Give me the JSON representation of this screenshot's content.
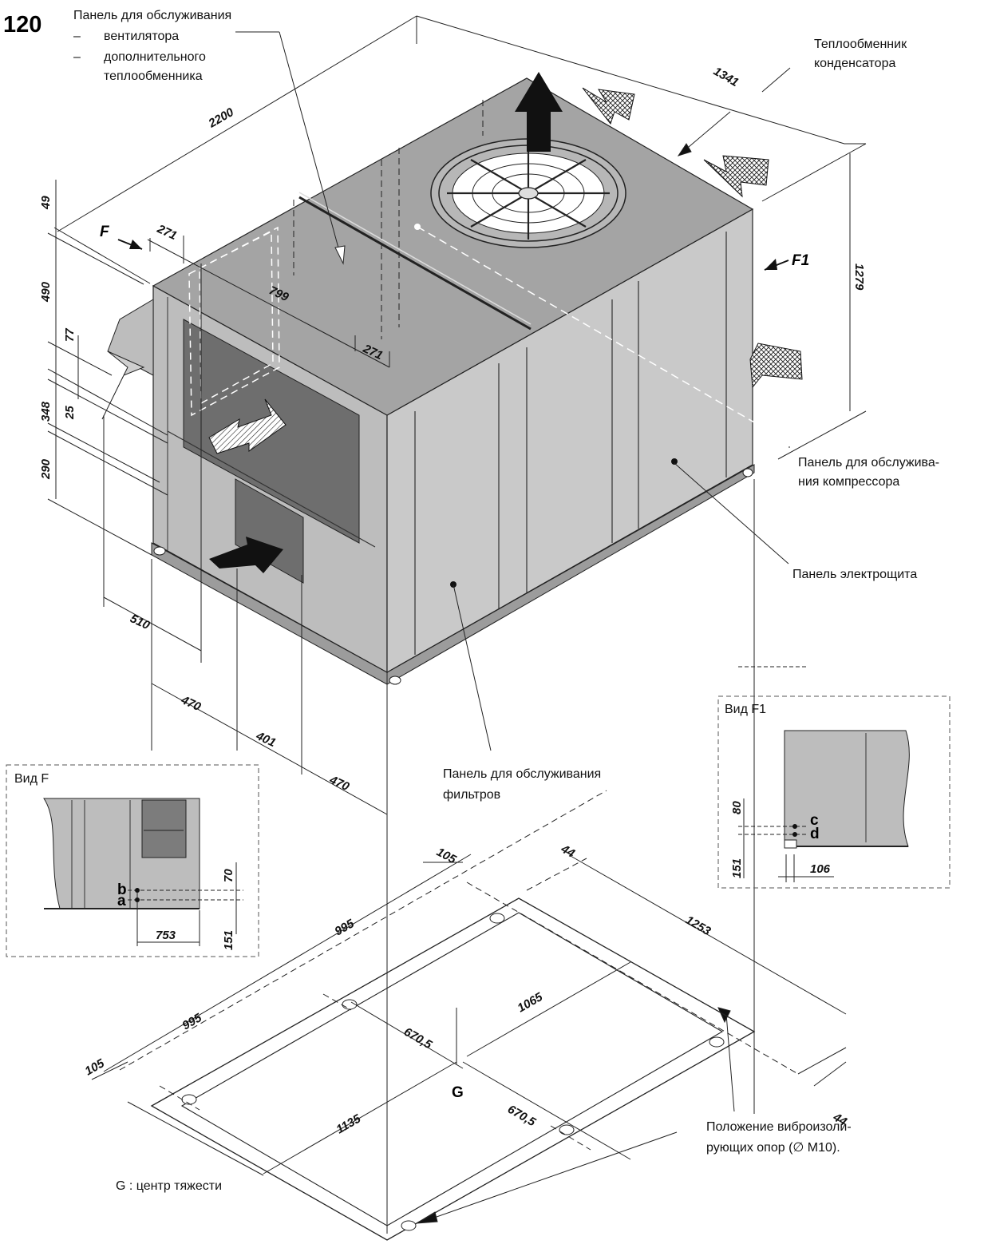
{
  "figure_number": "120",
  "labels": {
    "fan_panel_title": "Панель для обслуживания",
    "fan_panel_item1": "вентилятора",
    "fan_panel_item2": "дополнительного",
    "fan_panel_item2b": "теплообменника",
    "list_dash": "–",
    "condenser_line1": "Теплообменник",
    "condenser_line2": "конденсатора",
    "compressor_line1": "Панель для обслужива-",
    "compressor_line2": "ния компрессора",
    "electric_panel": "Панель электрощита",
    "filter_line1": "Панель для обслуживания",
    "filter_line2": "фильтров",
    "mounts_line1": "Положение виброизоли-",
    "mounts_line2": "рующих опор (∅ M10).",
    "gravity_center": "G : центр тяжести",
    "g_marker": "G",
    "view_f_arrow": "F",
    "view_f1_arrow": "F1"
  },
  "view_f": {
    "title": "Вид F",
    "label_a": "a",
    "label_b": "b",
    "dim_70": "70",
    "dim_151": "151",
    "dim_753": "753"
  },
  "view_f1": {
    "title": "Вид F1",
    "label_c": "c",
    "label_d": "d",
    "dim_80": "80",
    "dim_151": "151",
    "dim_106": "106"
  },
  "dimensions": {
    "length": "2200",
    "width": "1341",
    "height": "1279",
    "d49": "49",
    "d490": "490",
    "d77": "77",
    "d348": "348",
    "d25": "25",
    "d290": "290",
    "d271a": "271",
    "d271b": "271",
    "d799": "799",
    "d510": "510",
    "d470a": "470",
    "d401": "401",
    "d470b": "470"
  },
  "base_dimensions": {
    "d105a": "105",
    "d44a": "44",
    "d995a": "995",
    "d1253": "1253",
    "d995b": "995",
    "d1065": "1065",
    "d670a": "670,5",
    "d44b": "44",
    "d105b": "105",
    "d670b": "670,5",
    "d1135": "1135"
  },
  "colors": {
    "panel_light": "#c4c4c4",
    "panel_mid": "#b3b3b3",
    "panel_dark": "#6e6e6e",
    "top": "#a2a2a2",
    "line": "#222222"
  }
}
